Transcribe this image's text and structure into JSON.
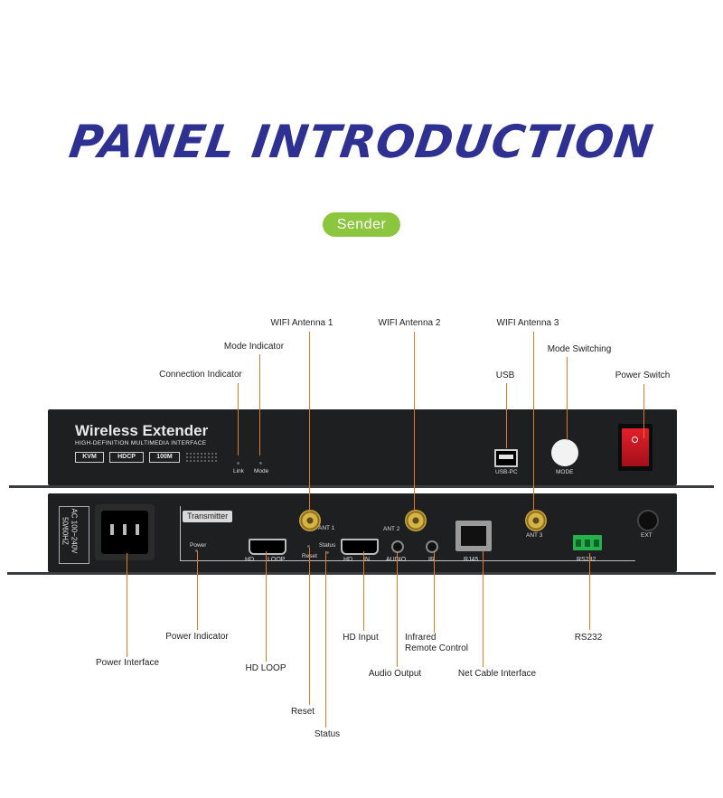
{
  "title": "PANEL INTRODUCTION",
  "badge": "Sender",
  "front_panel": {
    "brand": "Wireless Extender",
    "subtitle": "HIGH-DEFINITION MULTIMEDIA INTERFACE",
    "tags": [
      "KVM",
      "HDCP",
      "100M"
    ],
    "link_label": "Link",
    "mode_label": "Mode",
    "usb_label": "USB-PC",
    "mode_button_label": "MODE"
  },
  "rear_panel": {
    "power_rating": [
      "AC 100~240V",
      "50/60HZ"
    ],
    "device_label": "Transmitter",
    "power_led": "Power",
    "hd_loop": [
      "HD",
      "LOOP"
    ],
    "reset": "Reset",
    "status": "Status",
    "hd_in": [
      "HD",
      "IN"
    ],
    "audio": "AUDIO",
    "ir": "IR",
    "rj45": "RJ45",
    "rs232": "RS232",
    "ant1": "ANT 1",
    "ant2": "ANT 2",
    "ant3": "ANT 3",
    "ext": "EXT"
  },
  "callouts": {
    "wifi1": "WIFI Antenna 1",
    "wifi2": "WIFI Antenna 2",
    "wifi3": "WIFI Antenna 3",
    "mode_indicator": "Mode Indicator",
    "mode_switching": "Mode Switching",
    "connection_indicator": "Connection Indicator",
    "usb": "USB",
    "power_switch": "Power Switch",
    "power_indicator": "Power Indicator",
    "hd_input": "HD Input",
    "infrared_1": "Infrared",
    "infrared_2": "Remote Control",
    "rs232": "RS232",
    "power_interface": "Power Interface",
    "hd_loop": "HD LOOP",
    "audio_output": "Audio Output",
    "net_cable": "Net Cable Interface",
    "reset": "Reset",
    "status": "Status"
  },
  "colors": {
    "title": "#2e3192",
    "badge": "#8cc63f",
    "leader": "#e07b20",
    "device": "#1e1f21"
  }
}
